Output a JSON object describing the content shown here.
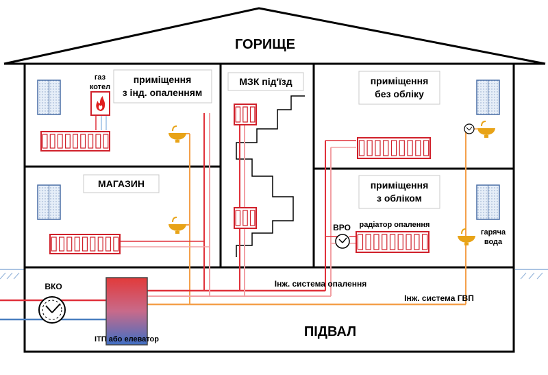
{
  "labels": {
    "attic": "ГОРИЩЕ",
    "basement": "ПІДВАЛ",
    "room_individual_line1": "приміщення",
    "room_individual_line2": "з інд. опаленням",
    "gas_boiler_line1": "газ",
    "gas_boiler_line2": "котел",
    "stairwell": "МЗК під'їзд",
    "room_no_meter_line1": "приміщення",
    "room_no_meter_line2": "без обліку",
    "shop": "МАГАЗИН",
    "room_meter_line1": "приміщення",
    "room_meter_line2": "з обліком",
    "vro": "ВРО",
    "radiator_heating": "радіатор опалення",
    "hot_water_line1": "гаряча",
    "hot_water_line2": "вода",
    "vko": "ВКО",
    "heating_system": "Інж. система опалення",
    "dhw_system": "Інж. система ГВП",
    "itp": "ІТП або елеватор"
  },
  "icons": {
    "window": "window-icon",
    "radiator": "radiator-icon",
    "sink": "sink-icon",
    "flame": "flame-icon",
    "meter": "meter-icon",
    "tank": "tank-icon"
  },
  "colors": {
    "heating_pipe": "#e0303a",
    "heating_pipe_light": "#f2a0a4",
    "dhw_pipe": "#f4a04a",
    "return_pipe": "#4a7fc0",
    "return_pipe_light": "#9cc0e6",
    "radiator": "#d0202a",
    "window_fill": "#dfe9f5",
    "window_frame": "#4a6fa5",
    "sink": "#e8a317",
    "wall": "#000000"
  }
}
